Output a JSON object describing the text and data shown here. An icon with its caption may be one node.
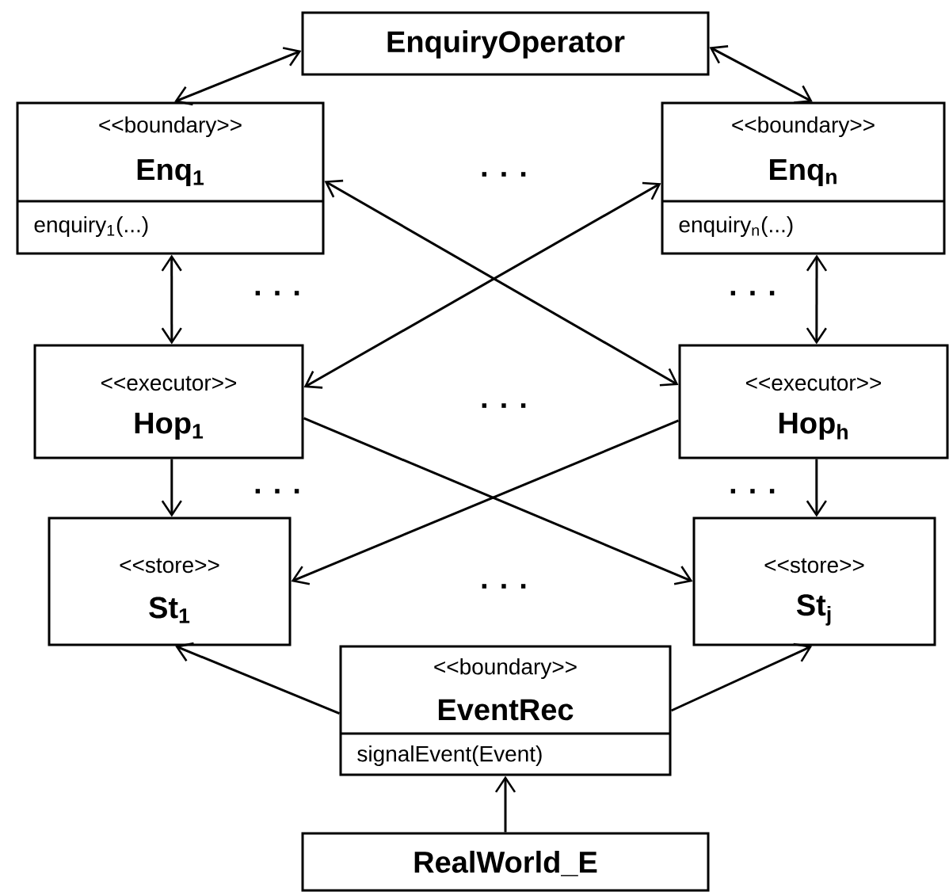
{
  "diagram": {
    "nodes": [
      {
        "text": [
          "EnquiryOperator"
        ]
      },
      {
        "text": [
          "<<boundary>>",
          "Enq$_{1}$",
          "enquiry$_{1}$(...)"
        ]
      },
      {
        "text": [
          "<<boundary>>",
          "Enq$_{n}$",
          "enquiry$_{n}$(...)"
        ]
      },
      {
        "text": [
          "<<executor>>",
          "Hop$_{1}$"
        ]
      },
      {
        "text": [
          "<<executor>>",
          "Hop$_{h}$"
        ]
      },
      {
        "text": [
          "<<store>>",
          "St$_{1}$"
        ]
      },
      {
        "text": [
          "<<store>>",
          "St$_{j}$"
        ]
      },
      {
        "text": [
          "<<boundary>>",
          "EventRec",
          "signalEvent(Event)"
        ]
      },
      {
        "text": [
          "RealWorld_E"
        ]
      }
    ],
    "edges": [
      {
        "from": 0,
        "to": 1,
        "arrow": "both"
      },
      {
        "from": 0,
        "to": 2,
        "arrow": "both"
      },
      {
        "from": 1,
        "to": 3,
        "arrow": "both"
      },
      {
        "from": 2,
        "to": 4,
        "arrow": "both"
      },
      {
        "from": 2,
        "to": 3,
        "arrow": "both"
      },
      {
        "from": 1,
        "to": 4,
        "arrow": "both"
      },
      {
        "from": 3,
        "to": 5,
        "arrow": "to"
      },
      {
        "from": 4,
        "to": 6,
        "arrow": "to"
      },
      {
        "from": 3,
        "to": 6,
        "arrow": "to"
      },
      {
        "from": 4,
        "to": 5,
        "arrow": "to"
      },
      {
        "from": 7,
        "to": 5,
        "arrow": "to"
      },
      {
        "from": 7,
        "to": 6,
        "arrow": "to"
      },
      {
        "from": 8,
        "to": 7,
        "arrow": "to"
      }
    ],
    "labels": [
      ". . .",
      ". . .",
      ". . .",
      ". . .",
      ". . .",
      ". . .",
      ". . ."
    ]
  }
}
